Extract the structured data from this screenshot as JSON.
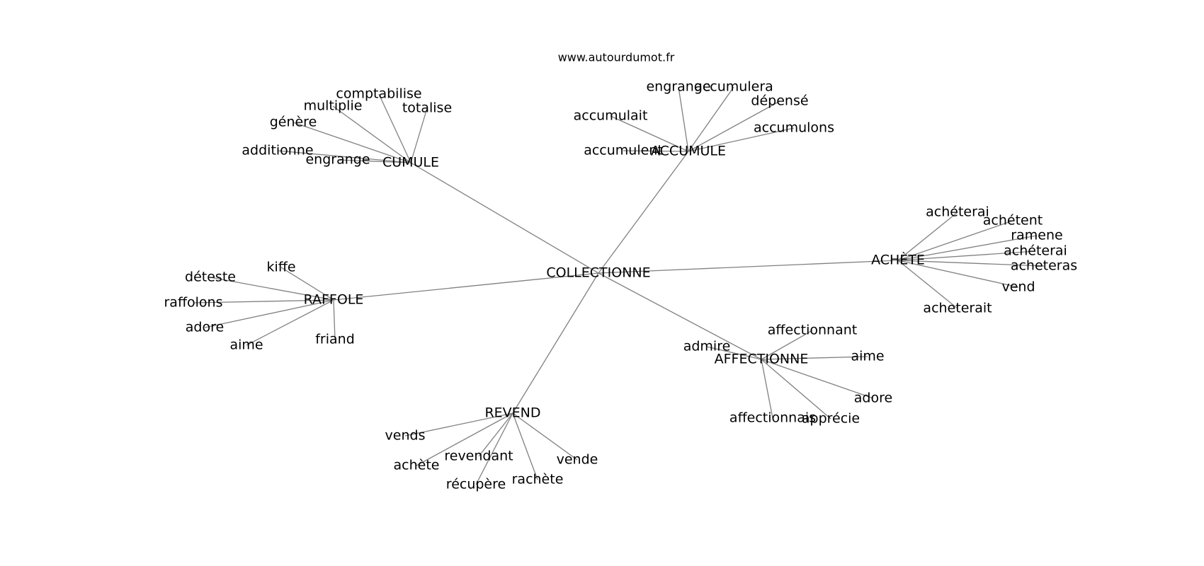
{
  "source_label": "www.autourdumot.fr",
  "root": "COLLECTIONNE",
  "clusters": [
    {
      "label": "CUMULE",
      "children": [
        "comptabilise",
        "totalise",
        "multiplie",
        "génère",
        "additionne",
        "engrange"
      ]
    },
    {
      "label": "ACCUMULE",
      "children": [
        "engrange",
        "accumulera",
        "dépensé",
        "accumulait",
        "accumulons",
        "accumulent"
      ]
    },
    {
      "label": "ACHÈTE",
      "children": [
        "achéterai",
        "achétent",
        "ramene",
        "achéterai",
        "acheteras",
        "vend",
        "acheterait"
      ]
    },
    {
      "label": "RAFFOLE",
      "children": [
        "kiffe",
        "déteste",
        "raffolons",
        "adore",
        "aime",
        "friand"
      ]
    },
    {
      "label": "AFFECTIONNE",
      "children": [
        "affectionnant",
        "admire",
        "aime",
        "adore",
        "affectionnais",
        "apprécie"
      ]
    },
    {
      "label": "REVEND",
      "children": [
        "vends",
        "achète",
        "revendant",
        "vende",
        "récupère",
        "rachète"
      ]
    }
  ]
}
